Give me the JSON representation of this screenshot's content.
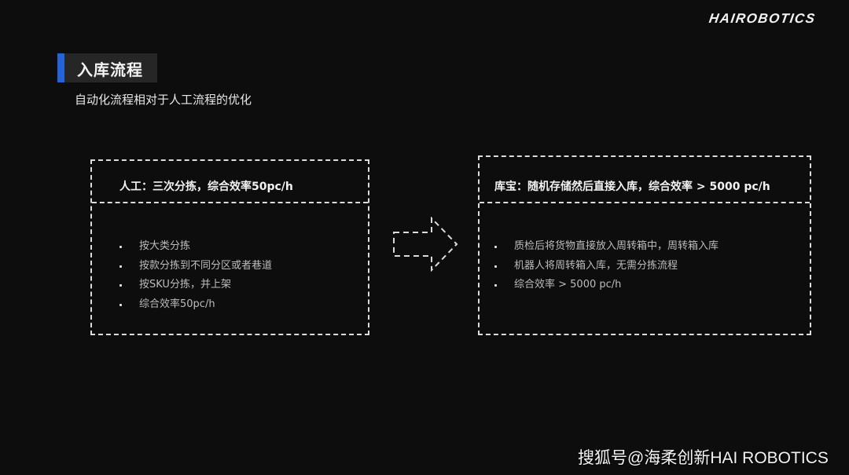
{
  "brand": {
    "logo_text": "HAIROBOTICS"
  },
  "header": {
    "title": "入库流程",
    "accent_color": "#2563d8",
    "subtitle": "自动化流程相对于人工流程的优化"
  },
  "comparison": {
    "manual": {
      "title": "人工：三次分拣，综合效率50pc/h",
      "items": [
        "按大类分拣",
        "按款分拣到不同分区或者巷道",
        "按SKU分拣，并上架",
        "综合效率50pc/h"
      ]
    },
    "arrow_icon": "dashed-right-arrow-icon",
    "kubao": {
      "title": "库宝：随机存储然后直接入库，综合效率 > 5000 pc/h",
      "items": [
        "质检后将货物直接放入周转箱中，周转箱入库",
        "机器人将周转箱入库，无需分拣流程",
        "综合效率 > 5000 pc/h"
      ]
    }
  },
  "watermark": "搜狐号@海柔创新HAI ROBOTICS"
}
